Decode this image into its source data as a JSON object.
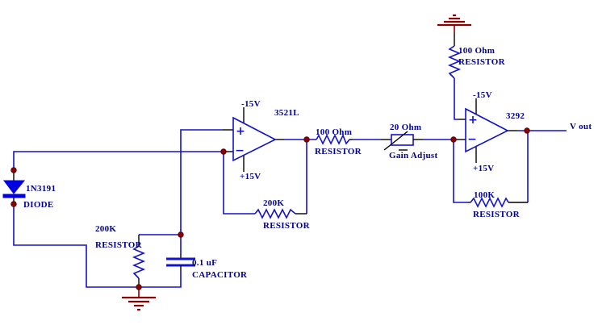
{
  "colors": {
    "wire": "#1212cc",
    "label_text": "#000099",
    "junction_ground": "#8b0000",
    "diode_fill": "#0000e0",
    "lead": "#000000",
    "background": "#ffffff"
  },
  "components": {
    "diode": {
      "part": "1N3191",
      "label": "DIODE"
    },
    "rc_resistor": {
      "value": "200K",
      "label": "RESISTOR"
    },
    "capacitor": {
      "value": "0.1 uF",
      "label": "CAPACITOR"
    },
    "opamp1": {
      "part": "3521L",
      "v_top": "-15V",
      "v_bottom": "+15V",
      "noninverting": "+",
      "inverting": "−"
    },
    "feedback_resistor_1": {
      "value": "200K",
      "label": "RESISTOR"
    },
    "series_resistor": {
      "value": "100 Ohm",
      "label": "RESISTOR"
    },
    "gain_pot": {
      "value": "20 Ohm",
      "label": "Gain Adjust"
    },
    "ground_resistor": {
      "value": "100 Ohm",
      "label": "RESISTOR"
    },
    "opamp2": {
      "part": "3292",
      "v_top": "-15V",
      "v_bottom": "+15V",
      "noninverting": "+",
      "inverting": "−"
    },
    "feedback_resistor_2": {
      "value": "100K",
      "label": "RESISTOR"
    },
    "output": {
      "label": "V out"
    }
  }
}
